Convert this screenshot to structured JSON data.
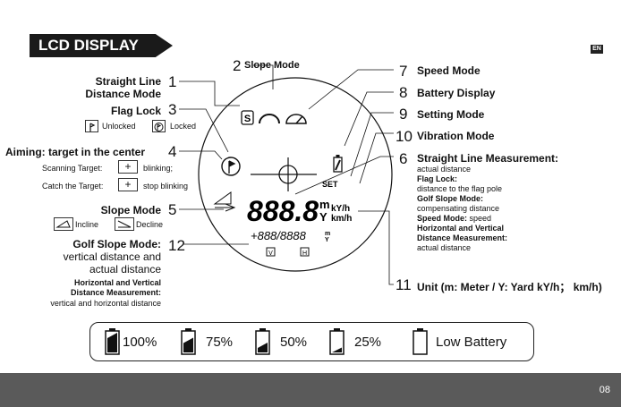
{
  "header": {
    "title": "LCD DISPLAY",
    "lang_badge": "EN"
  },
  "left": {
    "n1": "1",
    "straight_line_1": "Straight Line",
    "straight_line_2": "Distance Mode",
    "n3": "3",
    "flag_lock": "Flag Lock",
    "unlocked": "Unlocked",
    "locked": "Locked",
    "n4": "4",
    "aiming": "Aiming: target in the center",
    "scanning": "Scanning Target:",
    "blinking": "blinking;",
    "catch": "Catch the Target:",
    "stop_blinking": "stop blinking",
    "n5": "5",
    "slope_mode": "Slope Mode",
    "incline": "Incline",
    "decline": "Decline",
    "n12": "12",
    "golf_slope": "Golf Slope Mode:",
    "golf_slope_d1": "vertical distance and",
    "golf_slope_d2": "actual distance",
    "hv_1": "Horizontal and Vertical",
    "hv_2": "Distance Measurement:",
    "hv_d": "vertical and horizontal distance"
  },
  "top": {
    "n2": "2",
    "slope_mode": "Slope Mode"
  },
  "right": {
    "n7": "7",
    "speed_mode": "Speed Mode",
    "n8": "8",
    "battery_display": "Battery Display",
    "n9": "9",
    "setting_mode": "Setting Mode",
    "n10": "10",
    "vibration_mode": "Vibration Mode",
    "n6": "6",
    "slm": "Straight Line Measurement:",
    "actual_distance": "actual distance",
    "flag_lock": "Flag Lock:",
    "flag_lock_d": "distance to the flag pole",
    "golf_slope": "Golf Slope Mode:",
    "golf_slope_d": "compensating distance",
    "speed_mode_b": "Speed Mode:",
    "speed_mode_d": "speed",
    "hv_1": "Horizontal and Vertical",
    "hv_2": "Distance Measurement:",
    "hv_d": "actual distance",
    "n11": "11",
    "unit": "Unit (m: Meter / Y: Yard  kY/h； km/h)"
  },
  "lcd": {
    "s_icon": "S",
    "set": "SET",
    "digits": "888.8",
    "m": "m",
    "y": "Y",
    "kyh": "kY/h",
    "kmh": "km/h",
    "small_digits": "+888/8888",
    "small_m": "m",
    "small_y": "Y",
    "v": "V",
    "h": "H"
  },
  "battery": [
    {
      "label": "100%",
      "level": 1.0
    },
    {
      "label": "75%",
      "level": 0.75
    },
    {
      "label": "50%",
      "level": 0.5
    },
    {
      "label": "25%",
      "level": 0.25
    },
    {
      "label": "Low Battery",
      "level": 0
    }
  ],
  "footer": {
    "page": "08"
  }
}
